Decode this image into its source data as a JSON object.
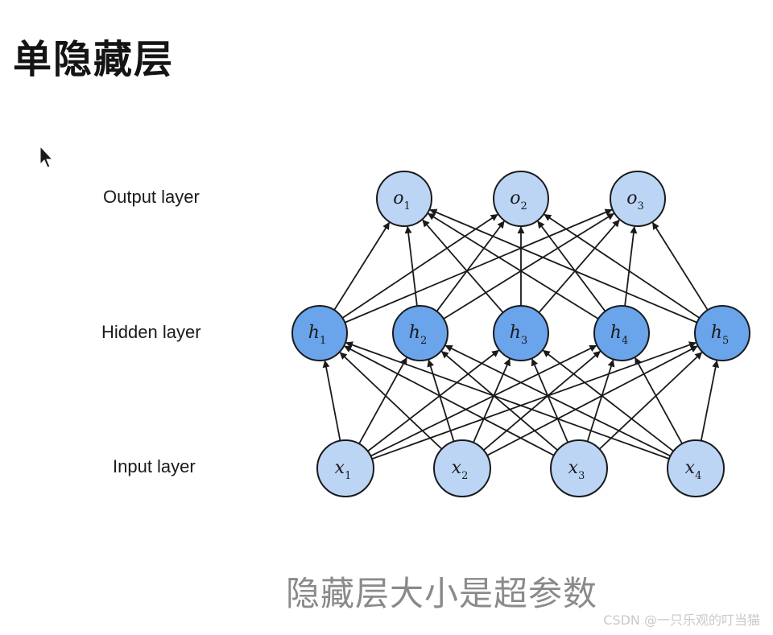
{
  "title": "单隐藏层",
  "subtitle": "隐藏层大小是超参数",
  "watermark": "CSDN @一只乐观的叮当猫",
  "labels": {
    "output": "Output layer",
    "hidden": "Hidden layer",
    "input": "Input layer"
  },
  "colors": {
    "light_node": "#bcd5f5",
    "dark_node": "#6aa4ea",
    "stroke": "#1a1a1a"
  },
  "network": {
    "layers": [
      {
        "key": "output",
        "nodes": [
          {
            "sym": "o",
            "sub": "1"
          },
          {
            "sym": "o",
            "sub": "2"
          },
          {
            "sym": "o",
            "sub": "3"
          }
        ]
      },
      {
        "key": "hidden",
        "nodes": [
          {
            "sym": "h",
            "sub": "1"
          },
          {
            "sym": "h",
            "sub": "2"
          },
          {
            "sym": "h",
            "sub": "3"
          },
          {
            "sym": "h",
            "sub": "4"
          },
          {
            "sym": "h",
            "sub": "5"
          }
        ]
      },
      {
        "key": "input",
        "nodes": [
          {
            "sym": "x",
            "sub": "1"
          },
          {
            "sym": "x",
            "sub": "2"
          },
          {
            "sym": "x",
            "sub": "3"
          },
          {
            "sym": "x",
            "sub": "4"
          }
        ]
      }
    ],
    "connections": "fully-connected, arrows from input to hidden and from hidden to output"
  }
}
